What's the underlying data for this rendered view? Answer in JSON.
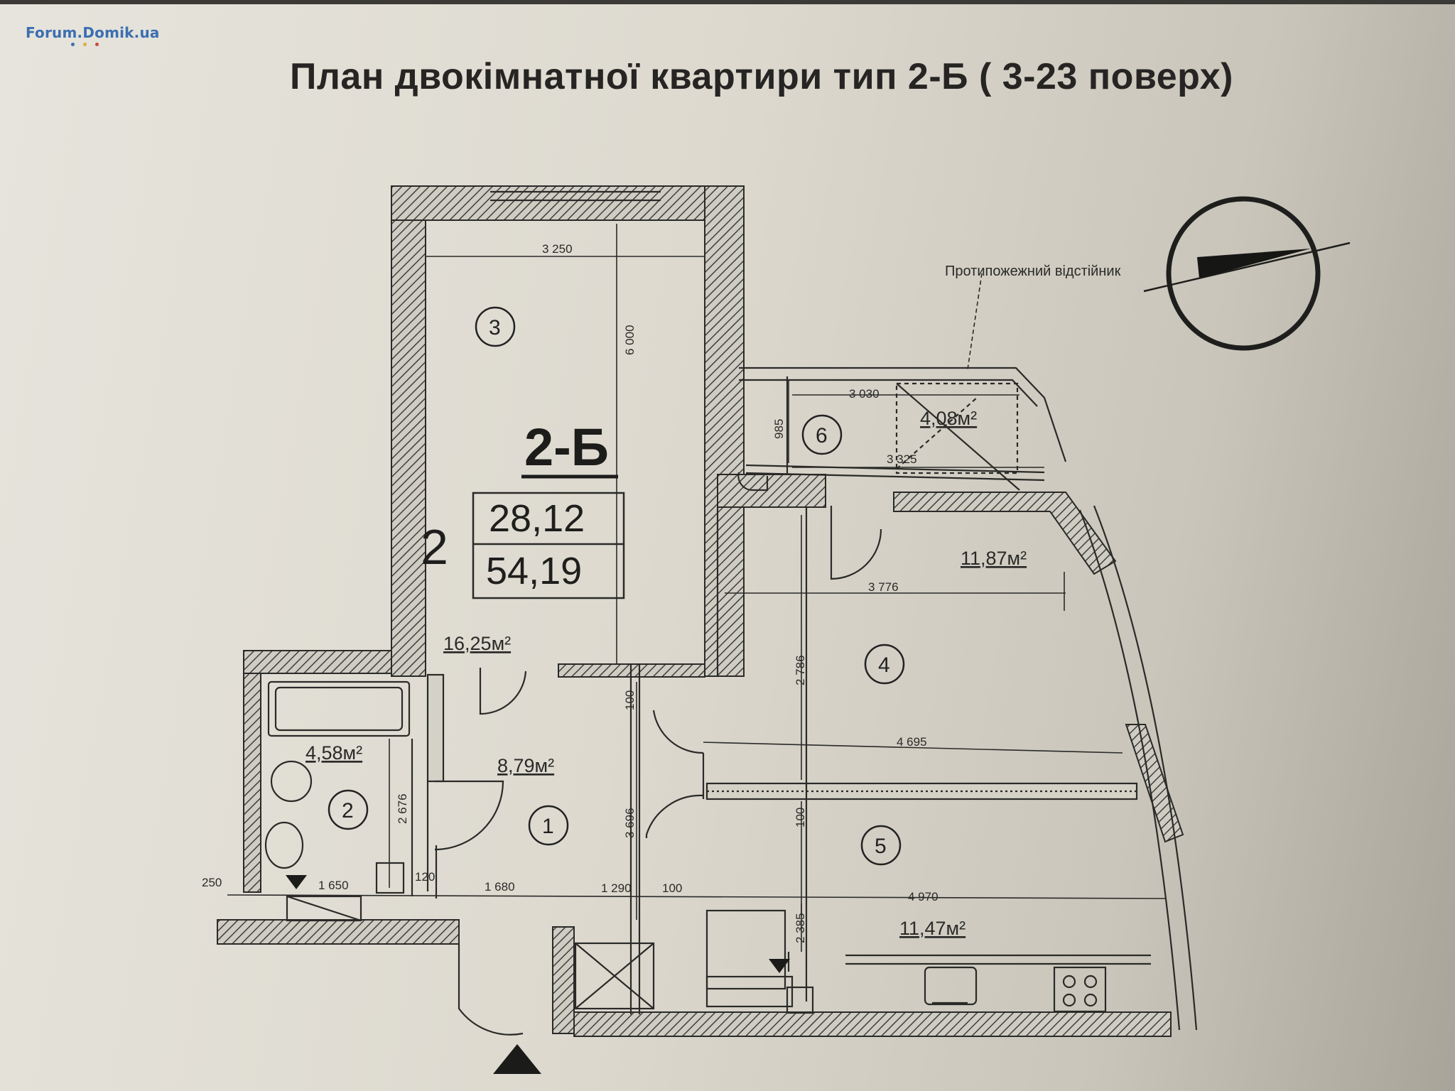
{
  "watermark": "Forum.Domik.ua",
  "title": "План двокімнатної квартири тип 2-Б ( 3-23 поверх)",
  "compass_note": "Протипожежний відстійник",
  "unit": {
    "type": "2-Б",
    "rooms": "2",
    "living_area": "28,12",
    "total_area": "54,19"
  },
  "areas": {
    "room3": "16,25м²",
    "bath": "4,58м²",
    "hall": "8,79м²",
    "balcony": "4,08м²",
    "room4": "11,87м²",
    "kitchen": "11,47м²"
  },
  "room_numbers": [
    "1",
    "2",
    "3",
    "4",
    "5",
    "6"
  ],
  "dimensions": {
    "d3250": "3 250",
    "d6000": "6 000",
    "d3030": "3 030",
    "d985": "985",
    "d3325": "3 325",
    "d3776": "3 776",
    "d2786": "2 786",
    "d4695": "4 695",
    "d100a": "100",
    "d100b": "100",
    "d3696": "3 696",
    "d2676": "2 676",
    "d250": "250",
    "d1650": "1 650",
    "d120": "120",
    "d1680": "1 680",
    "d1290": "1 290",
    "d100c": "100",
    "d4970": "4 970",
    "d2385": "2 385"
  },
  "colors": {
    "paper": "#e3e1d9",
    "ink": "#2a2a28",
    "hatch": "#4a4945",
    "watermark": "#3c6fb1"
  }
}
